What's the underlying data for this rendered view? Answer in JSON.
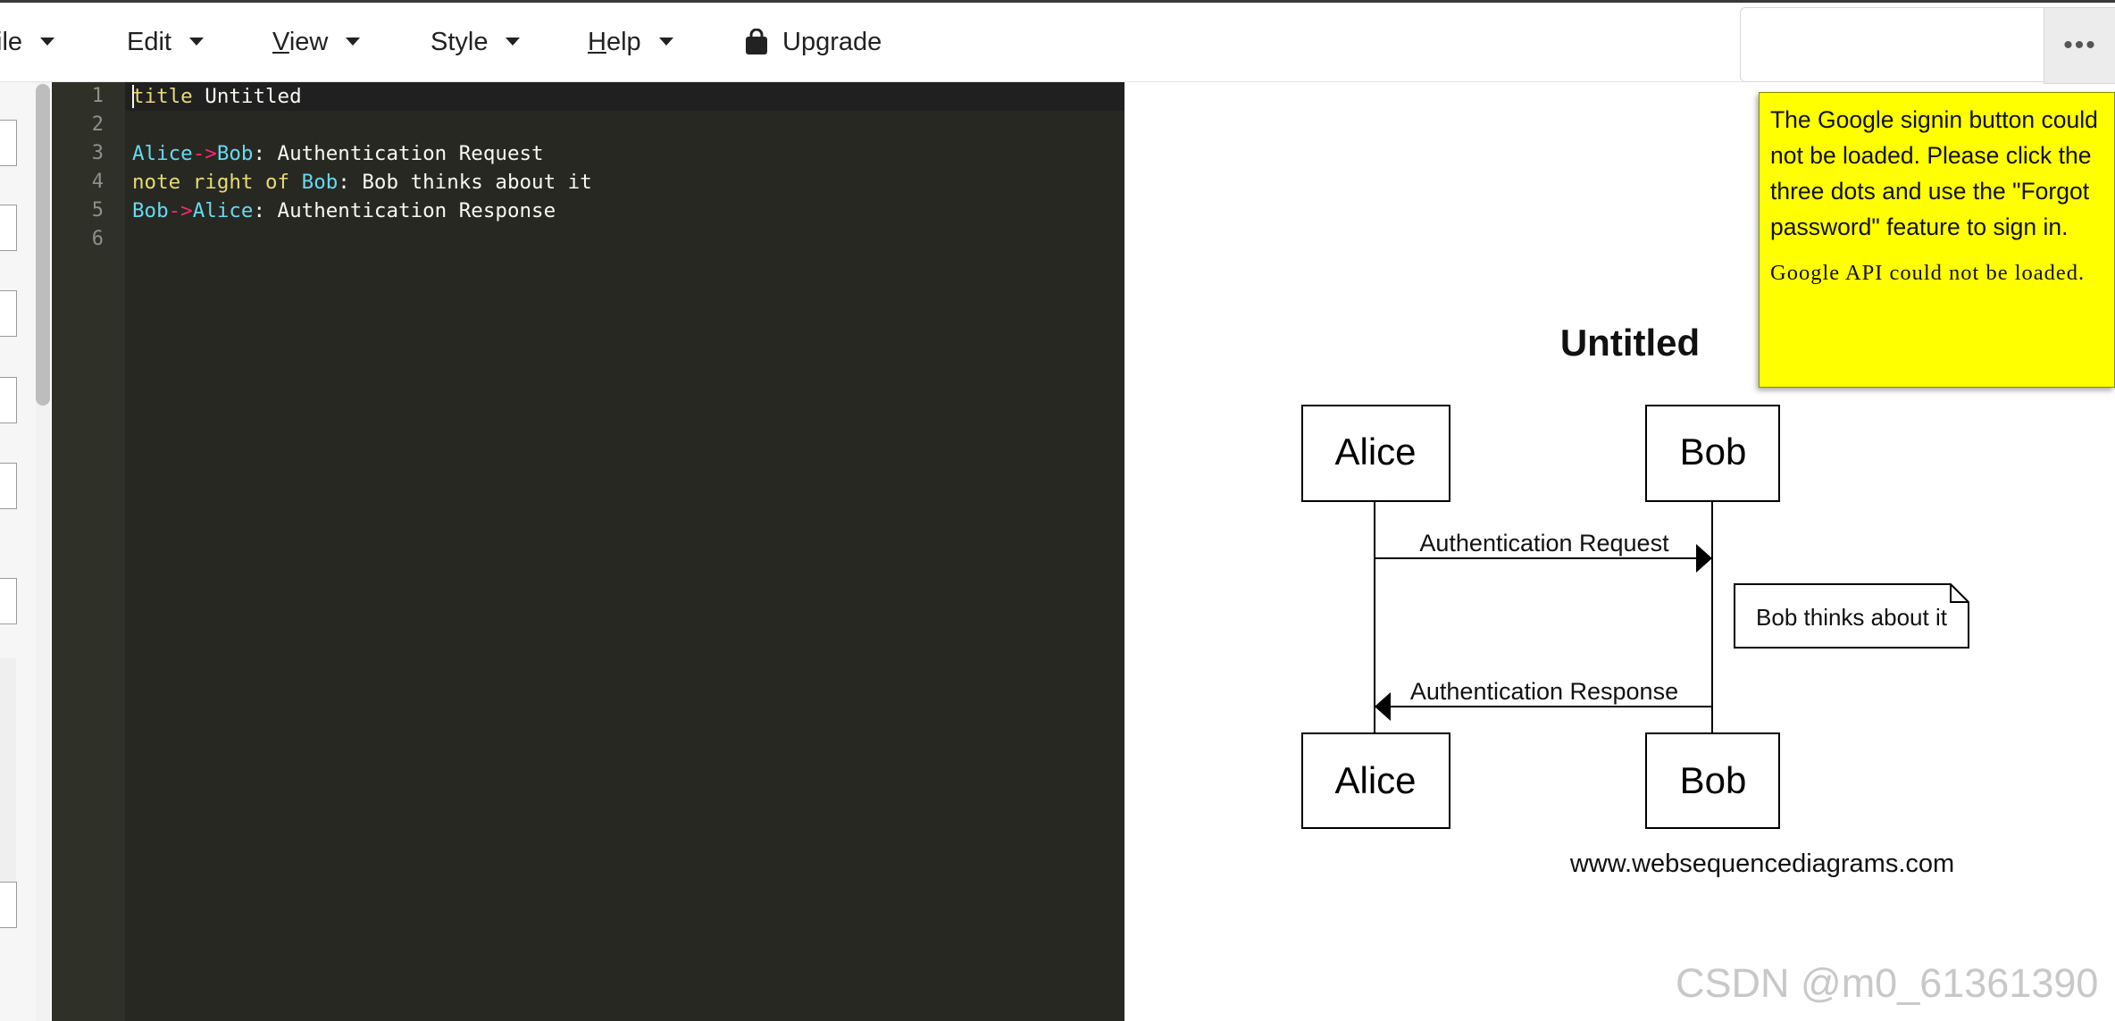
{
  "menu": {
    "file": "ile",
    "edit": "Edit",
    "view": "View",
    "style": "Style",
    "help": "Help",
    "upgrade": "Upgrade",
    "more": "•••"
  },
  "editor": {
    "line_numbers": [
      "1",
      "2",
      "3",
      "4",
      "5",
      "6"
    ],
    "lines": [
      [
        {
          "t": "title",
          "c": "kw"
        },
        {
          "t": " Untitled",
          "c": "plain"
        }
      ],
      [],
      [
        {
          "t": "Alice",
          "c": "ident"
        },
        {
          "t": "->",
          "c": "arrow"
        },
        {
          "t": "Bob",
          "c": "ident"
        },
        {
          "t": ": Authentication Request",
          "c": "plain"
        }
      ],
      [
        {
          "t": "note right of ",
          "c": "kw2"
        },
        {
          "t": "Bob",
          "c": "ident"
        },
        {
          "t": ": Bob thinks about it",
          "c": "plain"
        }
      ],
      [
        {
          "t": "Bob",
          "c": "ident"
        },
        {
          "t": "->",
          "c": "arrow"
        },
        {
          "t": "Alice",
          "c": "ident"
        },
        {
          "t": ": Authentication Response",
          "c": "plain"
        }
      ],
      []
    ]
  },
  "diagram": {
    "title": "Untitled",
    "participants": [
      "Alice",
      "Bob"
    ],
    "messages": [
      {
        "from": "Alice",
        "to": "Bob",
        "label": "Authentication Request"
      },
      {
        "from": "Bob",
        "to": "Alice",
        "label": "Authentication Response"
      }
    ],
    "note": {
      "position": "right of",
      "target": "Bob",
      "text": "Bob thinks about it"
    },
    "footer": "www.websequencediagrams.com"
  },
  "notice": {
    "message": "The Google signin button could not be loaded. Please click the three dots and use the \"Forgot password\" feature to sign in.",
    "error": "Google API could not be loaded."
  },
  "watermark": "CSDN @m0_61361390",
  "colors": {
    "editor_bg": "#272822",
    "keyword": "#e6db74",
    "identifier": "#66d9ef",
    "notice_bg": "#ffff00"
  }
}
